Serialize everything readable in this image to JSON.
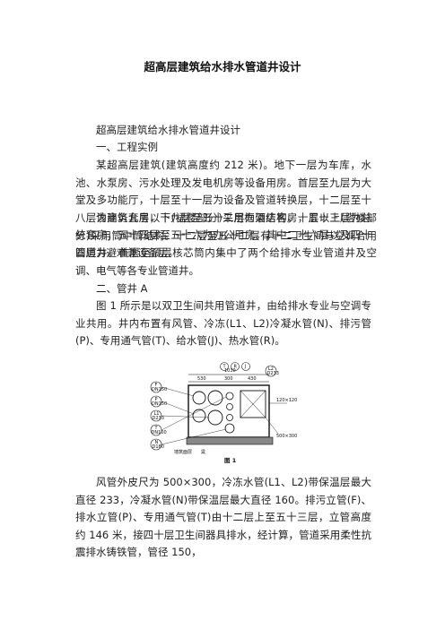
{
  "doc": {
    "title": "超高层建筑给水排水管道井设计",
    "paragraphs": [
      "超高层建筑给水排水管道井设计",
      "一、工程实例",
      "某超高层建筑(建筑高度约 212 米)。地下一层为车库，水池、水泵房、污水处理及发电机房等设备用房。首层至九层为大堂及多功能厅，十层至十一层为设备及管道转换层，十二层至十八层为商务套房，十九层至五十二层为酒店客房，五十三层为总统套房，五十四层至五十六为办公用房。其中二十六层以及四十四层为避难兼设备层。",
      "该建筑九层以下(裙楼部分)采用框架结构，十层以上(塔楼部分)采用筒中筒结构。十二层至五十二层有十二卫生间与空调合用管道井。首层至顶层核芯筒内集中了两个给排水专业管道井及空调、电气等各专业管道井。",
      "二、管井 A",
      "图 1 所示是以双卫生间共用管道井，由给排水专业与空调专业共用。井内布置有风管、冷冻(L1、L2)冷凝水管(N)、排污管(P)、专用通气管(T)、给水管(J)、热水管(R)。",
      "风管外皮尺为 500×300，冷冻水管(L1、L2)带保温层最大直径 233，冷凝水管(N)带保温层最大直径 160。排污立管(F)、排水立管(P)、专用通气管(T)由十二层上至五十三层，立管高度约 146 米，接四十层卫生间器具排水，经计算，管道采用柔性抗震排水铸铁管，管径 150，"
    ]
  },
  "figure": {
    "caption": "图 1",
    "labels": {
      "t": "T",
      "r": "R",
      "j": "J",
      "l2": "L2",
      "f": "F",
      "p": "P",
      "l1": "L1",
      "n": "N",
      "t_size": "DN100",
      "p_size": "DN150",
      "l1_size": "D233",
      "f_size": "DN150",
      "l2_size": "D233",
      "n_size": "D160",
      "dim1": "530",
      "dim2": "300",
      "dim3": "430",
      "dim_total": "1030",
      "box_label_right": "120×120",
      "duct_label": "500×300",
      "wall_note": "墙筑面层",
      "wall_note2": "粱"
    }
  }
}
